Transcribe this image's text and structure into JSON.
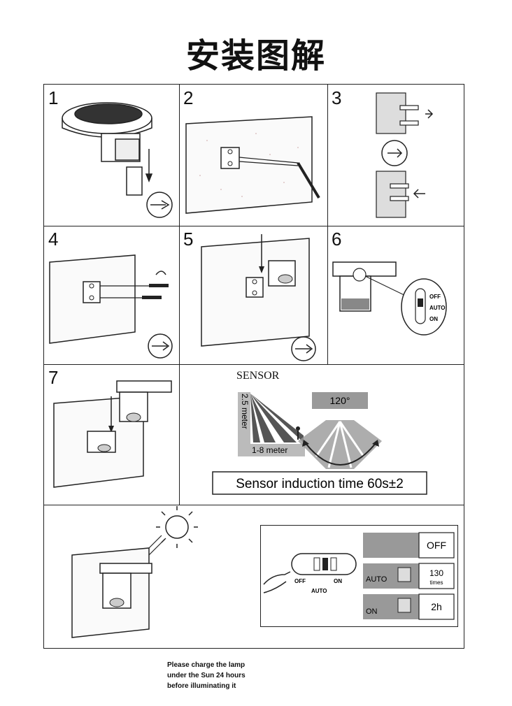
{
  "title": "安装图解",
  "steps": [
    "1",
    "2",
    "3",
    "4",
    "5",
    "6",
    "7"
  ],
  "switch_positions": {
    "off": "OFF",
    "auto": "AUTO",
    "on": "ON"
  },
  "sensor": {
    "heading": "SENSOR",
    "height_label": "2.5 meter",
    "distance_label": "1-8 meter",
    "angle_label": "120°",
    "induction_time": "Sensor induction time 60s±2"
  },
  "charge_note": [
    "Please charge the lamp",
    "under the Sun 24 hours",
    "before illuminating it"
  ],
  "modes": {
    "off": {
      "label": "OFF"
    },
    "auto": {
      "label": "AUTO",
      "count": "130",
      "unit": "times"
    },
    "on": {
      "label": "ON",
      "duration": "2h"
    }
  },
  "colors": {
    "line": "#222222",
    "mode_gray": "#999999",
    "label_gray": "#bbbbbb"
  }
}
